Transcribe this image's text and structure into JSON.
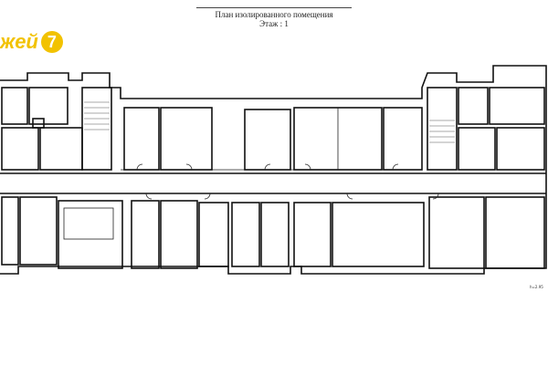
{
  "header": {
    "plan_title": "План изолированного помещения",
    "floor_label": "Этаж : 1"
  },
  "logo": {
    "text": "жей",
    "badge": "7",
    "color": "#f2c200"
  },
  "corner_note": "h=2.95",
  "colors": {
    "walls": "#111111",
    "background": "#ffffff"
  }
}
